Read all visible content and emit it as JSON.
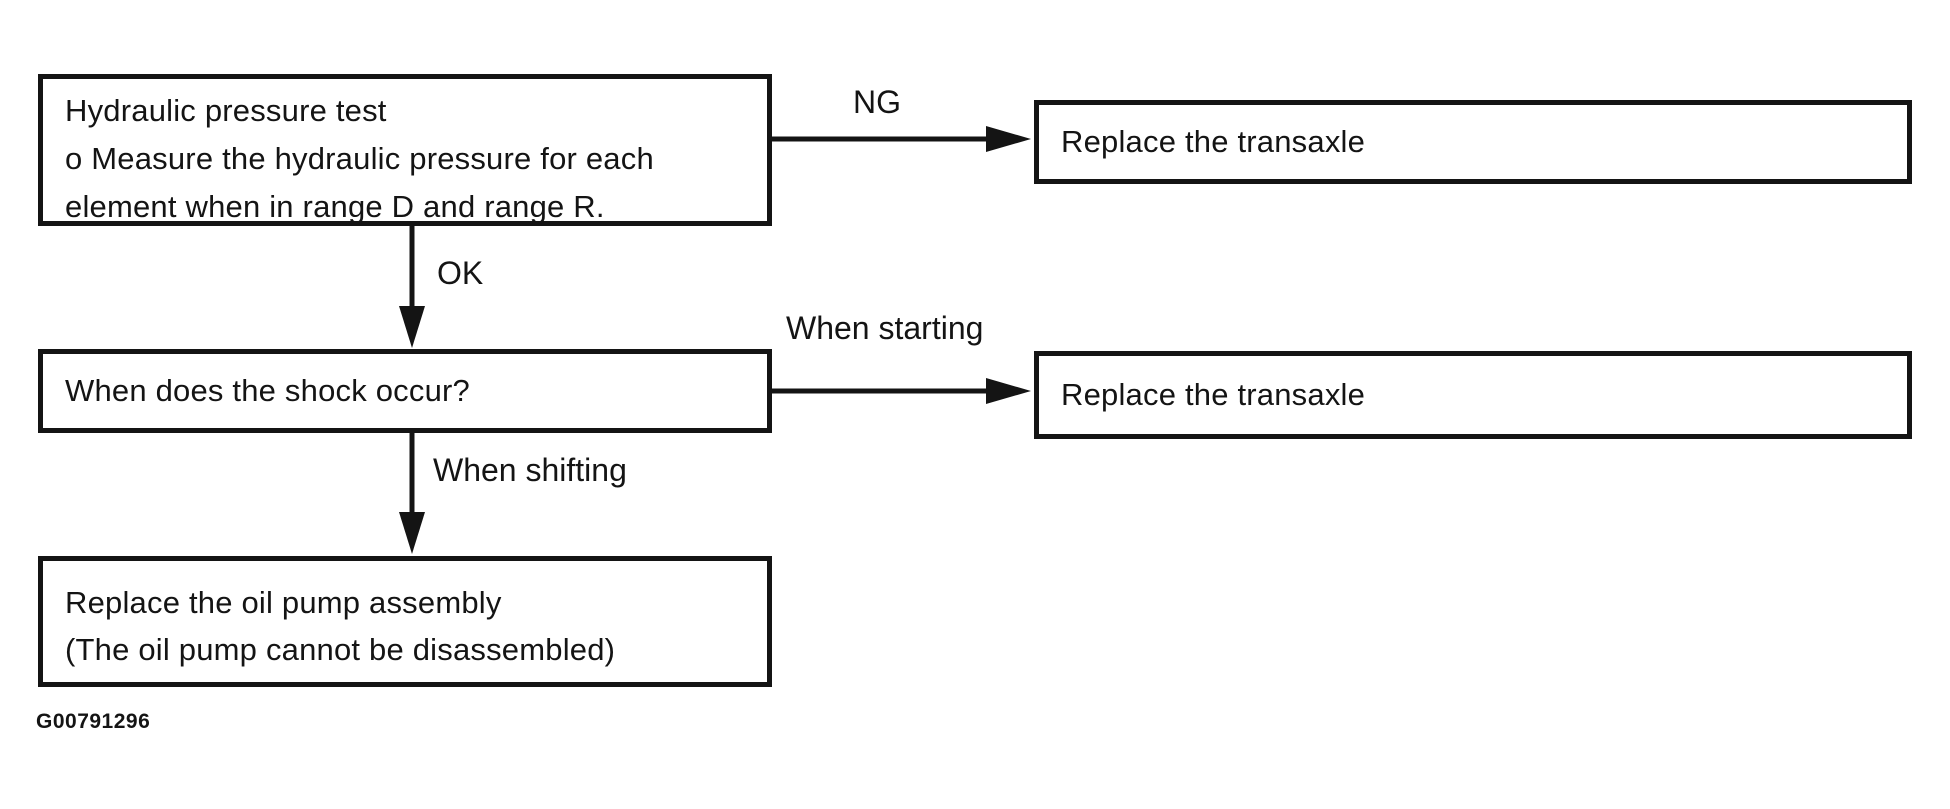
{
  "diagram": {
    "title_hint": "Automatic transaxle shock diagnostic flowchart",
    "colors": {
      "ink": "#141414",
      "background": "#ffffff"
    },
    "nodes": {
      "hydraulic_test": {
        "line1": "Hydraulic pressure test",
        "line2": "o Measure the hydraulic pressure for each",
        "line3": "element when in range D and range R."
      },
      "replace_transaxle_top": {
        "line1": "Replace the transaxle"
      },
      "shock_question": {
        "line1": "When does the shock occur?"
      },
      "replace_transaxle_bottom": {
        "line1": "Replace the transaxle"
      },
      "replace_oil_pump": {
        "line1": "Replace the oil pump assembly",
        "line2": "(The oil pump cannot be disassembled)"
      }
    },
    "edge_labels": {
      "ng": "NG",
      "ok": "OK",
      "when_starting": "When starting",
      "when_shifting": "When shifting"
    },
    "figure_id": "G00791296"
  }
}
